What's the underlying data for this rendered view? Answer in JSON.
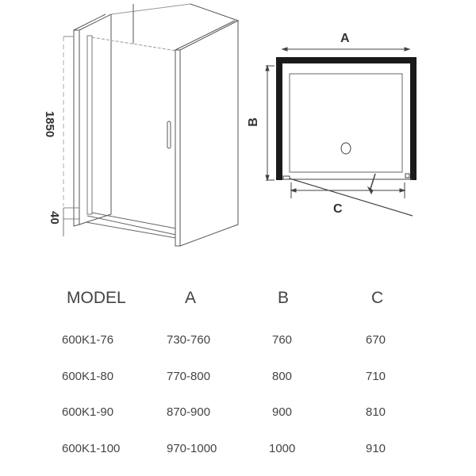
{
  "elevation": {
    "height_label": "1850",
    "base_label": "40"
  },
  "plan": {
    "dim_a": "A",
    "dim_b": "B",
    "dim_c": "C"
  },
  "table": {
    "headers": [
      "MODEL",
      "A",
      "B",
      "C"
    ],
    "rows": [
      [
        "600K1-76",
        "730-760",
        "760",
        "670"
      ],
      [
        "600K1-80",
        "770-800",
        "800",
        "710"
      ],
      [
        "600K1-90",
        "870-900",
        "900",
        "810"
      ],
      [
        "600K1-100",
        "970-1000",
        "1000",
        "910"
      ]
    ]
  }
}
